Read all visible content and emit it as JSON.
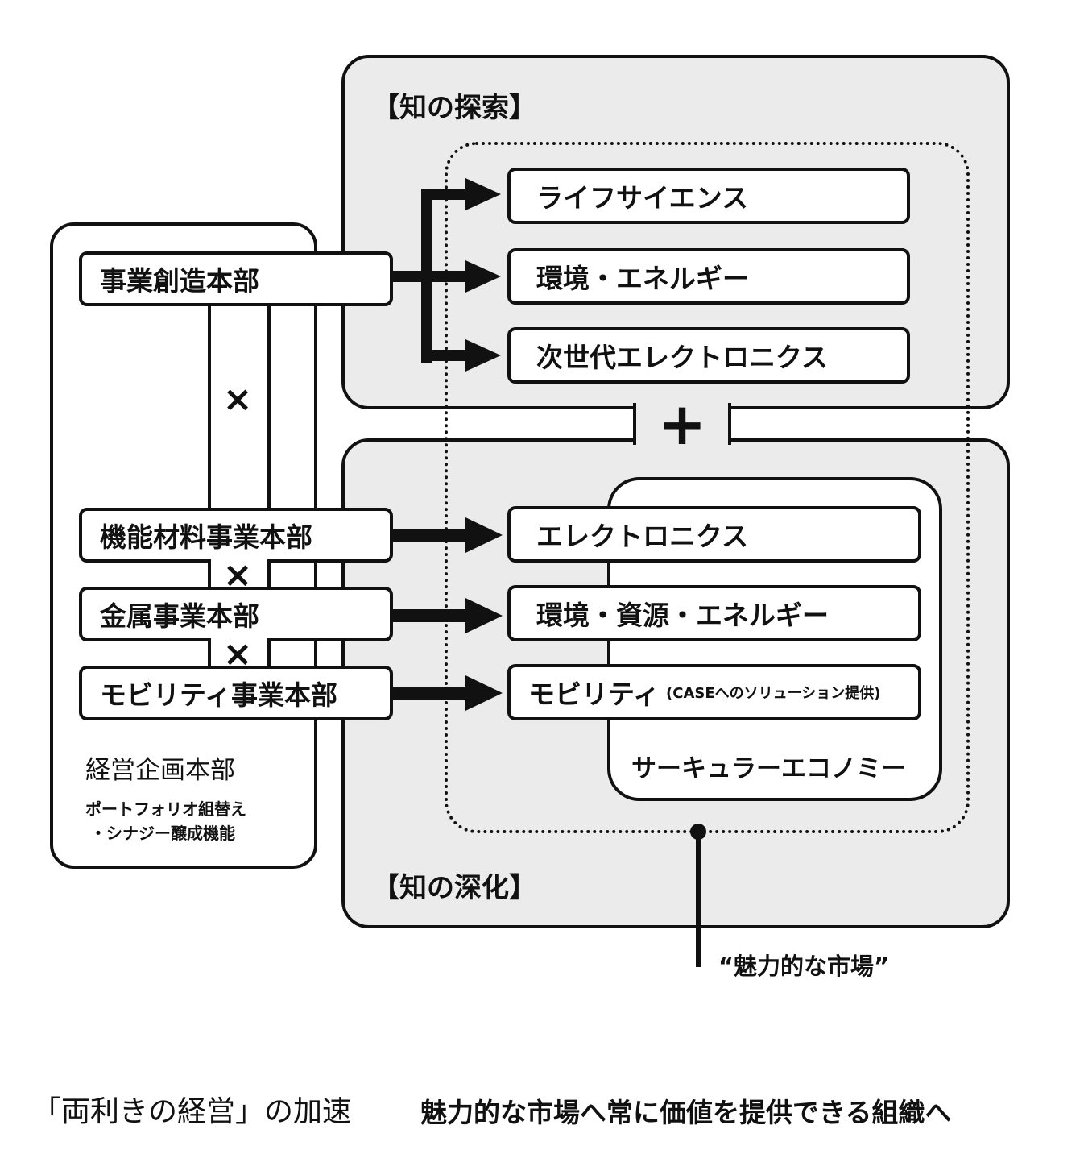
{
  "exploration": {
    "title": "【知の探索】",
    "fields": [
      "ライフサイエンス",
      "環境・エネルギー",
      "次世代エレクトロニクス"
    ]
  },
  "deepening": {
    "title": "【知の深化】",
    "fields": [
      "エレクトロニクス",
      "環境・資源・エネルギー"
    ],
    "mobility": {
      "label": "モビリティ",
      "note": "(CASEへのソリューション提供)"
    },
    "circular_economy": "サーキュラーエコノミー"
  },
  "divisions": {
    "business_creation": "事業創造本部",
    "functional_materials": "機能材料事業本部",
    "metals": "金属事業本部",
    "mobility": "モビリティ事業本部"
  },
  "corporate_planning": {
    "title": "経営企画本部",
    "note_line1": "ポートフォリオ組替え",
    "note_line2": "・シナジー醸成機能"
  },
  "symbols": {
    "cross": "×",
    "plus": "+"
  },
  "attractive_market": "“魅力的な市場”",
  "footer": {
    "left": "「両利きの経営」の加速",
    "right": "魅力的な市場へ常に価値を提供できる組織へ"
  }
}
